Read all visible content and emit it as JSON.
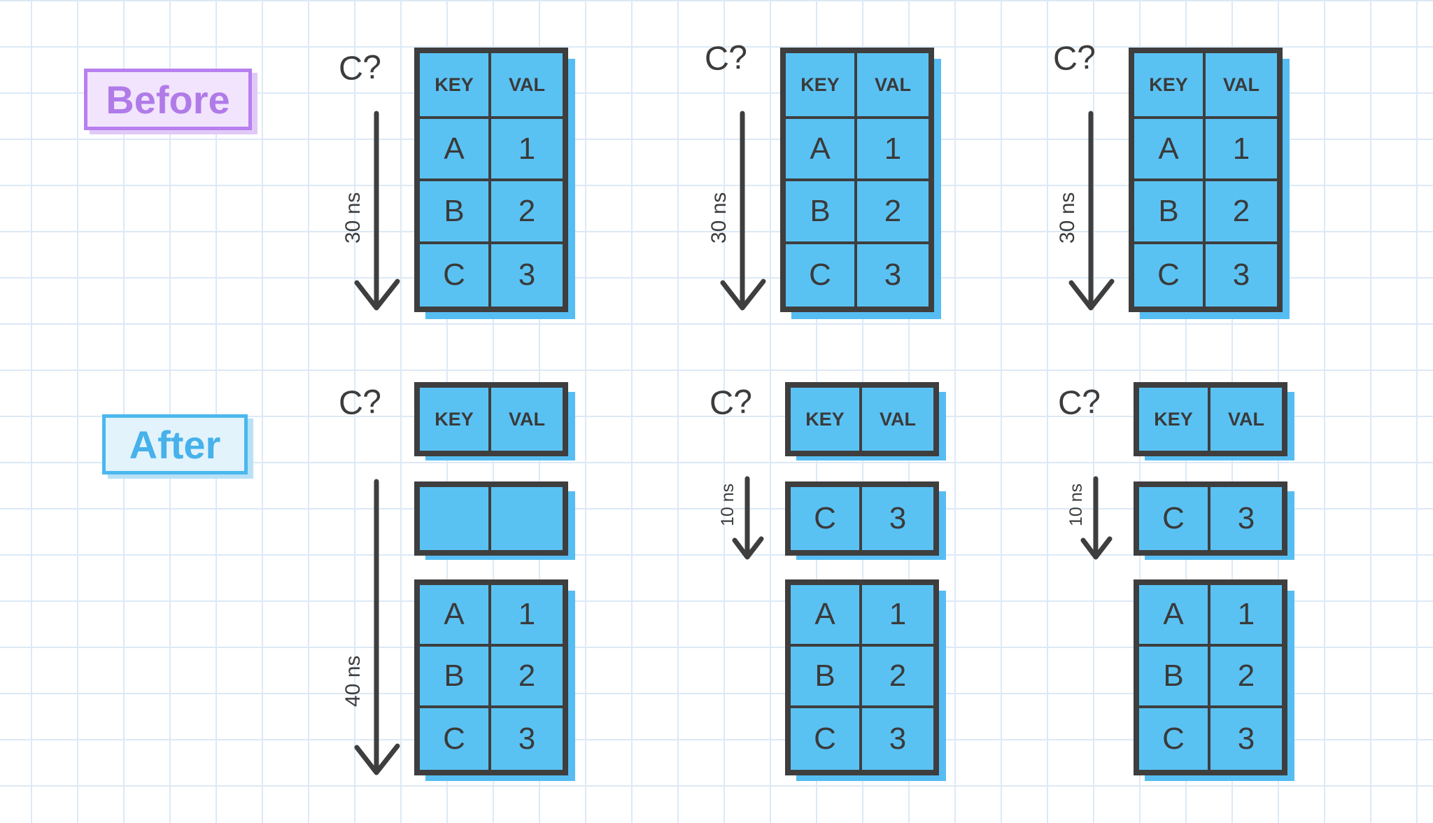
{
  "labels": {
    "before": "Before",
    "after": "After"
  },
  "query": "C?",
  "header": {
    "key": "KEY",
    "val": "VAL"
  },
  "rows": [
    {
      "key": "A",
      "val": "1"
    },
    {
      "key": "B",
      "val": "2"
    },
    {
      "key": "C",
      "val": "3"
    }
  ],
  "cache_row": {
    "key": "C",
    "val": "3"
  },
  "timings": {
    "before_lookup": "30 ns",
    "after_miss": "40 ns",
    "after_hit": "10 ns"
  },
  "colors": {
    "cell_fill": "#5ac2f3",
    "shadow": "#56bdf2",
    "outline": "#3e3e3e",
    "before": "#b07be8",
    "after": "#46b1ea",
    "grid": "#dce9f6"
  }
}
